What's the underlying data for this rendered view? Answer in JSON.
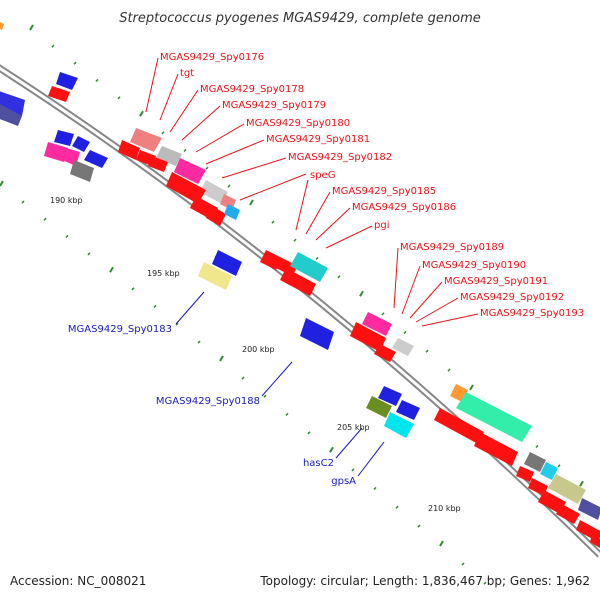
{
  "title": "Streptococcus pyogenes MGAS9429, complete genome",
  "colors": {
    "forward_label": "#e8141b",
    "reverse_label": "#1a1ab4",
    "backbone": "#888888",
    "tick_mark": "#2e8b2e"
  },
  "ticks": [
    "190 kbp",
    "195 kbp",
    "200 kbp",
    "205 kbp",
    "210 kbp"
  ],
  "forward_labels": [
    "MGAS9429_Spy0176",
    "tgt",
    "MGAS9429_Spy0178",
    "MGAS9429_Spy0179",
    "MGAS9429_Spy0180",
    "MGAS9429_Spy0181",
    "MGAS9429_Spy0182",
    "speG",
    "MGAS9429_Spy0185",
    "MGAS9429_Spy0186",
    "pgi",
    "MGAS9429_Spy0189",
    "MGAS9429_Spy0190",
    "MGAS9429_Spy0191",
    "MGAS9429_Spy0192",
    "MGAS9429_Spy0193"
  ],
  "reverse_labels": [
    "MGAS9429_Spy0183",
    "MGAS9429_Spy0188",
    "hasC2",
    "gpsA"
  ],
  "footer": {
    "accession": "Accession: NC_008021",
    "topology": "Topology: circular; Length: 1,836,467 bp; Genes: 1,962"
  }
}
